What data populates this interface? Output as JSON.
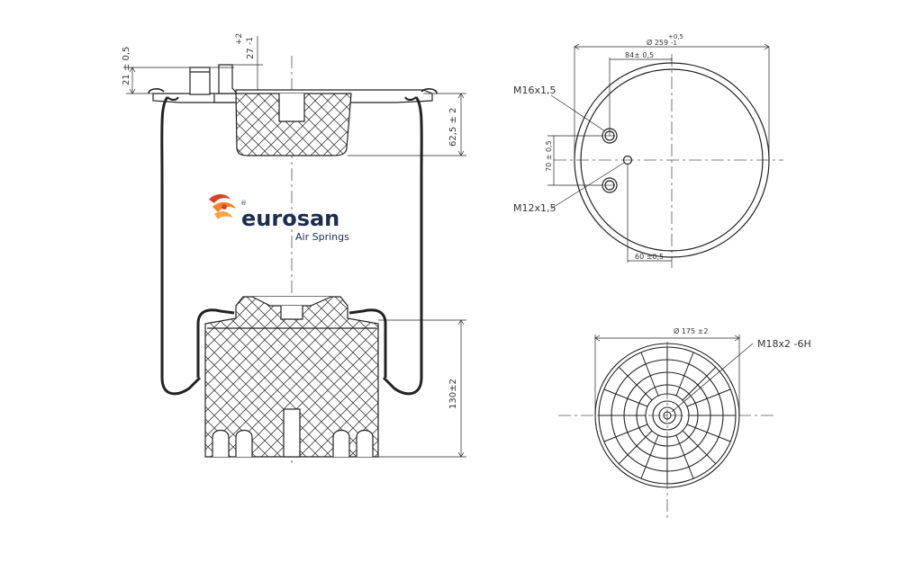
{
  "brand": {
    "name": "eurosan",
    "subtitle": "Air Springs",
    "registered": "®",
    "colors": {
      "primary": "#1c2d4f",
      "accent_orange": "#f0842c",
      "accent_red": "#d6432a"
    }
  },
  "side_view": {
    "dim_top_height": "21 ± 0,5",
    "dim_stud_height": "27",
    "dim_stud_tol_plus": "+2",
    "dim_stud_tol_minus": "-1",
    "dim_upper_depth": "62,5 ± 2",
    "dim_piston_height": "130±2"
  },
  "top_view": {
    "diameter": "Ø 259",
    "diameter_tol_plus": "+0,5",
    "diameter_tol_minus": "-1",
    "offset_x": "84± 0,5",
    "offset_y": "70 ± 0,5",
    "offset_small": "60 ±0,5",
    "label_m16": "M16x1,5",
    "label_m12": "M12x1,5"
  },
  "bottom_view": {
    "diameter": "Ø 175 ±2",
    "thread": "M18x2 -6H"
  },
  "colors": {
    "line": "#222222",
    "center_line": "#555555"
  }
}
